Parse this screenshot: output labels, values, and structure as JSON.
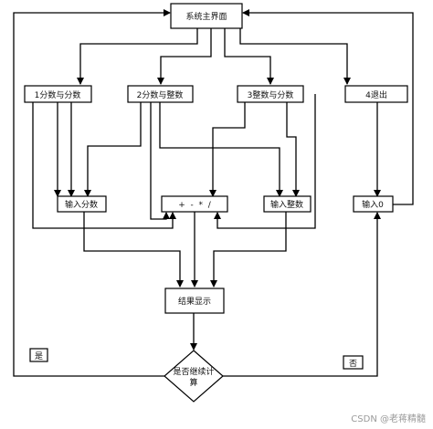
{
  "nodes": {
    "main_menu": "系统主界面",
    "frac_frac": "1分数与分数",
    "frac_int": "2分数与整数",
    "int_frac": "3整数与分数",
    "exit": "4退出",
    "input_frac": "输入分数",
    "operators": "+  -  *  /",
    "input_int": "输入整数",
    "input_zero": "输入0",
    "result": "结果显示",
    "continue_q1": "是否继续计",
    "continue_q2": "算"
  },
  "edges": {
    "yes": "是",
    "no": "否"
  },
  "watermark": "CSDN @老蒋精髓"
}
